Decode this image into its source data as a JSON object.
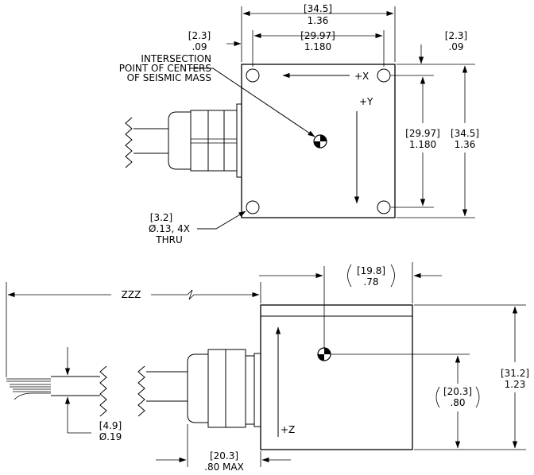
{
  "top_view": {
    "width_mm": "[34.5]",
    "width_in": "1.36",
    "hole_spacing_x_mm": "[29.97]",
    "hole_spacing_x_in": "1.180",
    "left_margin_mm": "[2.3]",
    "left_margin_in": ".09",
    "right_margin_mm": "[2.3]",
    "right_margin_in": ".09",
    "intersection_line1": "INTERSECTION",
    "intersection_line2": "POINT OF CENTERS",
    "intersection_line3": "OF SEISMIC MASS",
    "axis_x": "+X",
    "axis_y": "+Y",
    "hole_spacing_y_mm": "[29.97]",
    "hole_spacing_y_in": "1.180",
    "height_mm": "[34.5]",
    "height_in": "1.36",
    "hole_dia_mm": "[3.2]",
    "hole_dia_in": "Ø.13, 4X",
    "hole_thru": "THRU"
  },
  "side_view": {
    "cable_length": "ZZZ",
    "center_offset_mm": "[19.8]",
    "center_offset_in": ".78",
    "total_height_mm": "[31.2]",
    "total_height_in": "1.23",
    "center_height_mm": "[20.3]",
    "center_height_in": ".80",
    "axis_z": "+Z",
    "cable_dia_mm": "[4.9]",
    "cable_dia_in": "Ø.19",
    "connector_len_mm": "[20.3]",
    "connector_len_in": ".80 MAX"
  }
}
